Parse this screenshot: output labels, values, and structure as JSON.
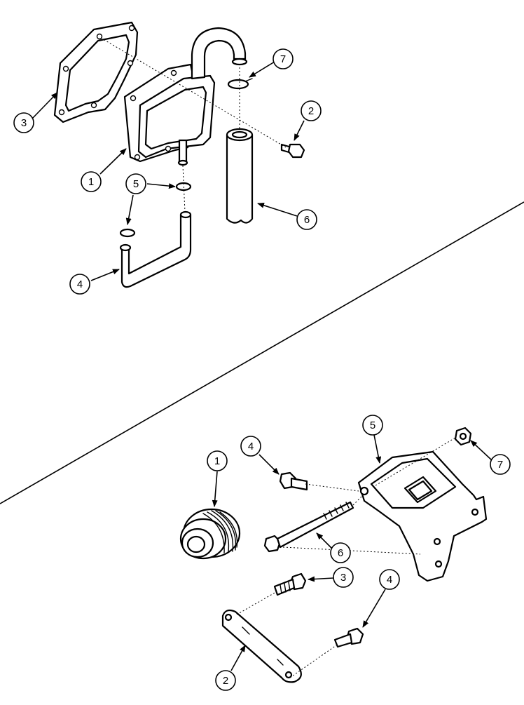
{
  "diagram": {
    "upper_callouts": [
      "1",
      "2",
      "3",
      "4",
      "5",
      "6",
      "7"
    ],
    "lower_callouts": [
      "1",
      "2",
      "3",
      "4",
      "4",
      "5",
      "6",
      "7"
    ]
  }
}
